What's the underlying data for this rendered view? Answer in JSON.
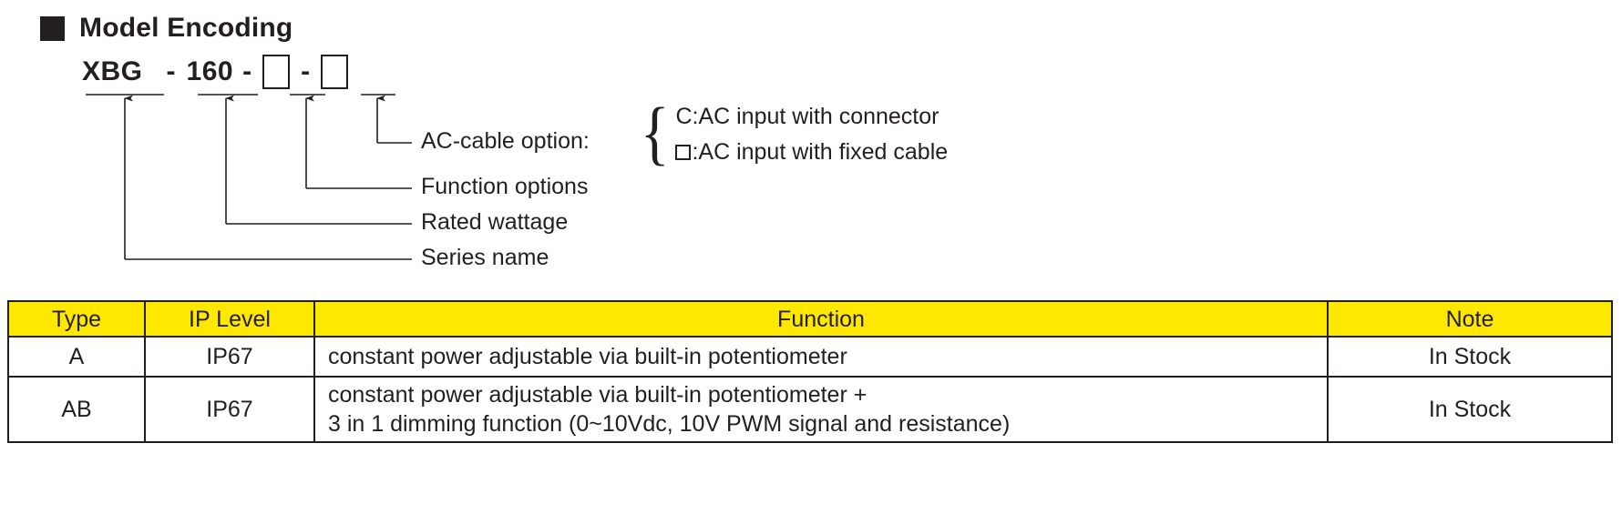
{
  "section": {
    "bullet_icon": "filled-square-bullet",
    "heading": "Model Encoding"
  },
  "model_code": {
    "series": "XBG",
    "dash1": "-",
    "wattage": "160",
    "dash2": "-",
    "box1": "",
    "dash3": "-",
    "box2": ""
  },
  "callouts": {
    "ac_cable": "AC-cable option:",
    "function_options": "Function options",
    "rated_wattage": "Rated wattage",
    "series_name": "Series name"
  },
  "ac_cable_options": {
    "brace": "{",
    "option1": "C:AC input with connector",
    "option2_prefix_icon": "empty-square-glyph",
    "option2": ":AC input with fixed cable"
  },
  "table": {
    "header_bg": "#FFE800",
    "columns": [
      "Type",
      "IP Level",
      "Function",
      "Note"
    ],
    "rows": [
      {
        "type": "A",
        "ip_level": "IP67",
        "function_lines": [
          "constant power adjustable via built-in potentiometer"
        ],
        "note": "In Stock"
      },
      {
        "type": "AB",
        "ip_level": "IP67",
        "function_lines": [
          "constant power adjustable via built-in potentiometer +",
          "3 in 1 dimming function (0~10Vdc, 10V PWM signal and resistance)"
        ],
        "note": "In Stock"
      }
    ]
  }
}
